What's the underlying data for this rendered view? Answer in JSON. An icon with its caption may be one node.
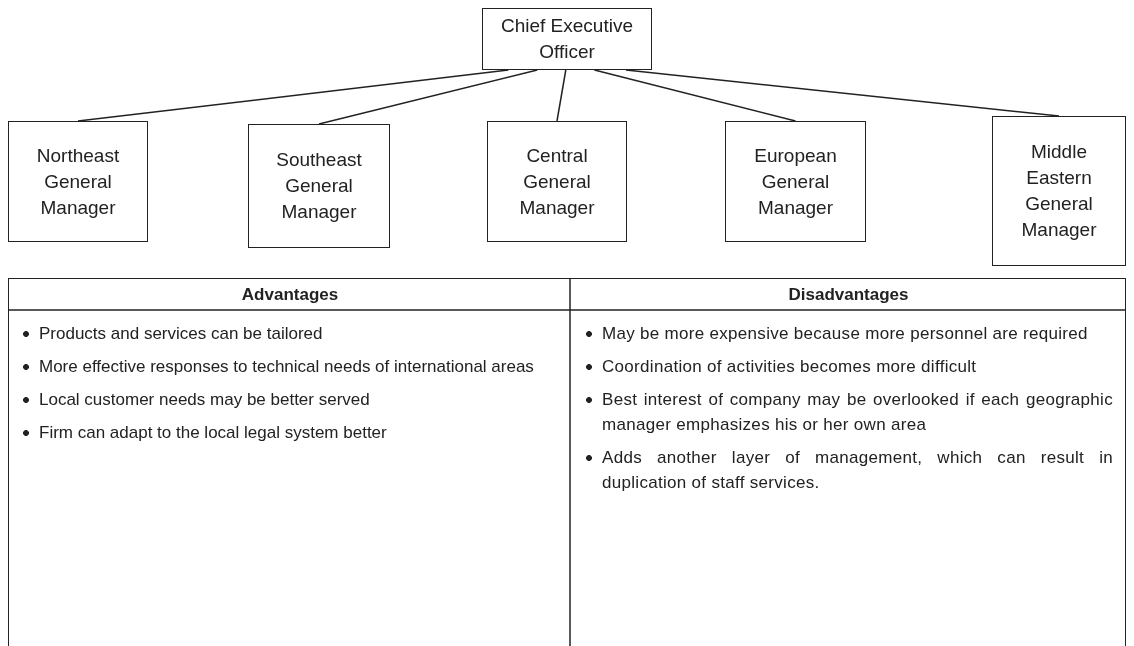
{
  "diagram": {
    "nodes": [
      {
        "text": [
          "Chief Executive Officer"
        ]
      },
      {
        "text": [
          "Northeast General Manager"
        ]
      },
      {
        "text": [
          "Southeast General Manager"
        ]
      },
      {
        "text": [
          "Central General Manager"
        ]
      },
      {
        "text": [
          "European General Manager"
        ]
      },
      {
        "text": [
          "Middle Eastern General Manager"
        ]
      }
    ],
    "edges": [
      {
        "from": 0,
        "to": 1,
        "arrow": "none"
      },
      {
        "from": 0,
        "to": 2,
        "arrow": "none"
      },
      {
        "from": 0,
        "to": 3,
        "arrow": "none"
      },
      {
        "from": 0,
        "to": 4,
        "arrow": "none"
      },
      {
        "from": 0,
        "to": 5,
        "arrow": "none"
      }
    ],
    "labels": [
      "Advantages",
      "Disadvantages",
      "Products and services can be tailored",
      "More effective responses to technical needs of international areas",
      "Local customer needs may be better served",
      "Firm can adapt to the local legal system better",
      "May be more expensive because more personnel are required",
      "Coordination of activities becomes more difficult",
      "Best interest of company may be overlooked if each geographic manager emphasizes his or her own area",
      "Adds another layer of management, which can result in duplication of staff services."
    ]
  }
}
